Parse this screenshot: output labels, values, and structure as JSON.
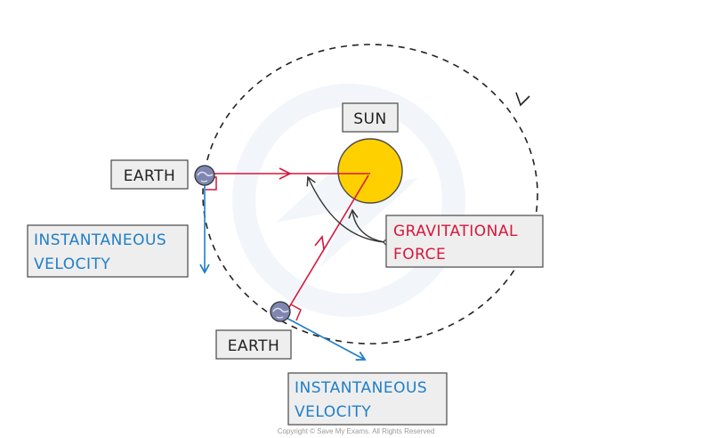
{
  "labels": {
    "sun": "SUN",
    "earth_top": "EARTH",
    "earth_bottom": "EARTH",
    "velocity_left_line1": "INSTANTANEOUS",
    "velocity_left_line2": "VELOCITY",
    "velocity_bottom_line1": "INSTANTANEOUS",
    "velocity_bottom_line2": "VELOCITY",
    "force_line1": "GRAVITATIONAL",
    "force_line2": "FORCE",
    "copyright": "Copyright © Save My Exams. All Rights Reserved"
  },
  "colors": {
    "sun_fill": "#FFD000",
    "sun_stroke": "#4a4a4a",
    "earth_fill": "#7f86b0",
    "force_arrow": "#d6173c",
    "velocity_arrow": "#1f7ec8",
    "velocity_text": "#1f7ec8",
    "force_text": "#d6173c",
    "label_box_fill": "#eeeeee",
    "label_box_stroke": "#555555",
    "orbit": "#222222",
    "watermark": "#e8eef7"
  },
  "icons": {
    "earth": "earth-globe-icon",
    "sun": "sun-circle-icon",
    "watermark": "save-my-exams-logo"
  }
}
